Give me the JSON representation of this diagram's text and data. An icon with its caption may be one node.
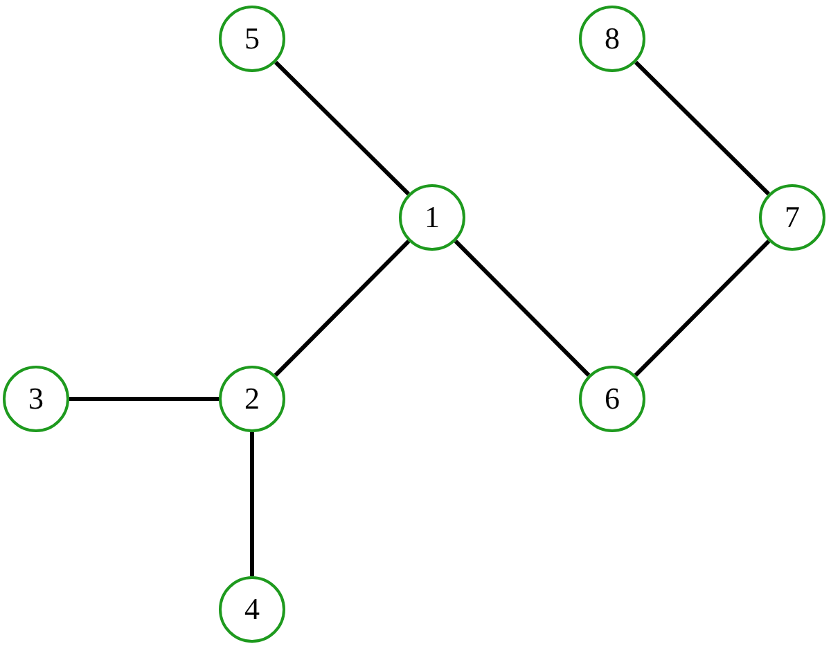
{
  "diagram": {
    "nodes": [
      {
        "text": [
          "5"
        ]
      },
      {
        "text": [
          "8"
        ]
      },
      {
        "text": [
          "1"
        ]
      },
      {
        "text": [
          "7"
        ]
      },
      {
        "text": [
          "3"
        ]
      },
      {
        "text": [
          "2"
        ]
      },
      {
        "text": [
          "6"
        ]
      },
      {
        "text": [
          "4"
        ]
      }
    ],
    "edges": [
      {
        "from": 0,
        "to": 2,
        "arrow": "none"
      },
      {
        "from": 1,
        "to": 3,
        "arrow": "none"
      },
      {
        "from": 2,
        "to": 5,
        "arrow": "none"
      },
      {
        "from": 2,
        "to": 6,
        "arrow": "none"
      },
      {
        "from": 3,
        "to": 6,
        "arrow": "none"
      },
      {
        "from": 4,
        "to": 5,
        "arrow": "none"
      },
      {
        "from": 5,
        "to": 7,
        "arrow": "none"
      }
    ]
  }
}
